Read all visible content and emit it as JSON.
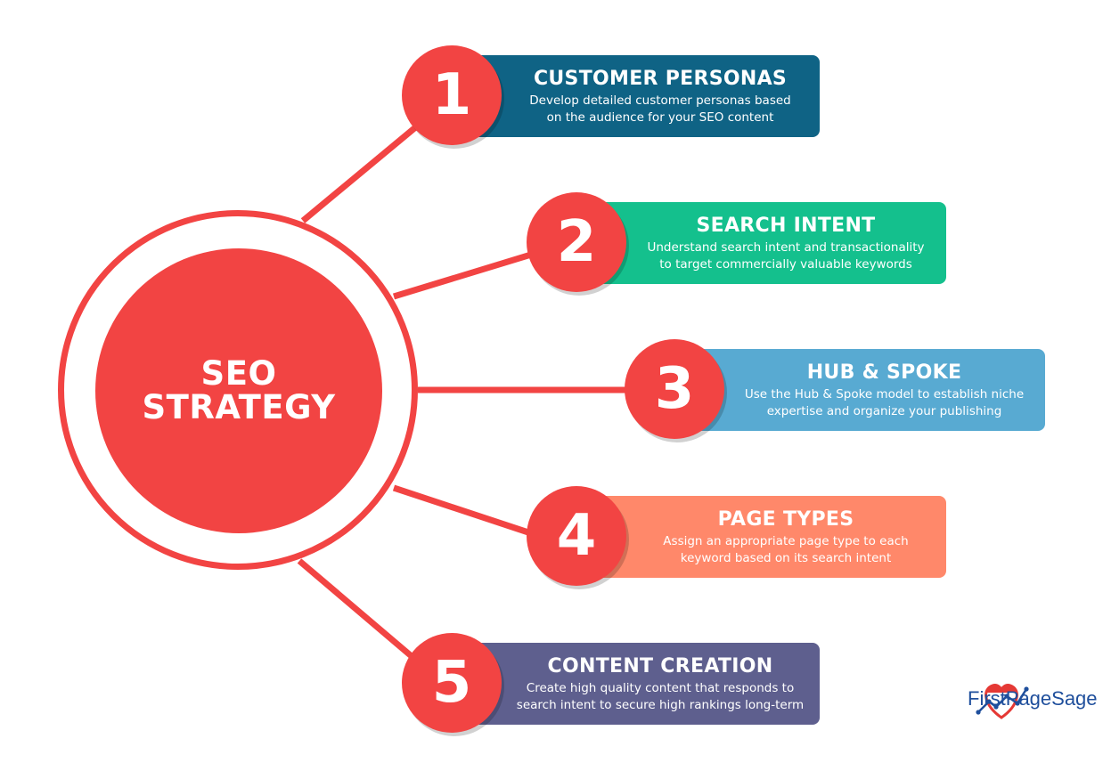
{
  "hub": {
    "line1": "SEO",
    "line2": "STRATEGY",
    "color": "#f24443"
  },
  "steps": [
    {
      "number": "1",
      "title": "CUSTOMER PERSONAS",
      "line1": "Develop detailed customer personas based",
      "line2": "on the audience for your SEO content",
      "color": "#0f6385"
    },
    {
      "number": "2",
      "title": "SEARCH INTENT",
      "line1": "Understand search intent and transactionality",
      "line2": "to target commercially valuable keywords",
      "color": "#14c08d"
    },
    {
      "number": "3",
      "title": "HUB & SPOKE",
      "line1": "Use the Hub & Spoke model to establish niche",
      "line2": "expertise and organize your publishing",
      "color": "#58aad2"
    },
    {
      "number": "4",
      "title": "PAGE TYPES",
      "line1": "Assign an appropriate page type to each",
      "line2": "keyword based on its search intent",
      "color": "#ff886a"
    },
    {
      "number": "5",
      "title": "CONTENT CREATION",
      "line1": "Create high quality content that responds to",
      "line2": "search intent to secure high rankings long-term",
      "color": "#5e5f8e"
    }
  ],
  "brand": {
    "name": "FirstPageSage",
    "color": "#1f4f9c",
    "accent": "#e53935"
  }
}
